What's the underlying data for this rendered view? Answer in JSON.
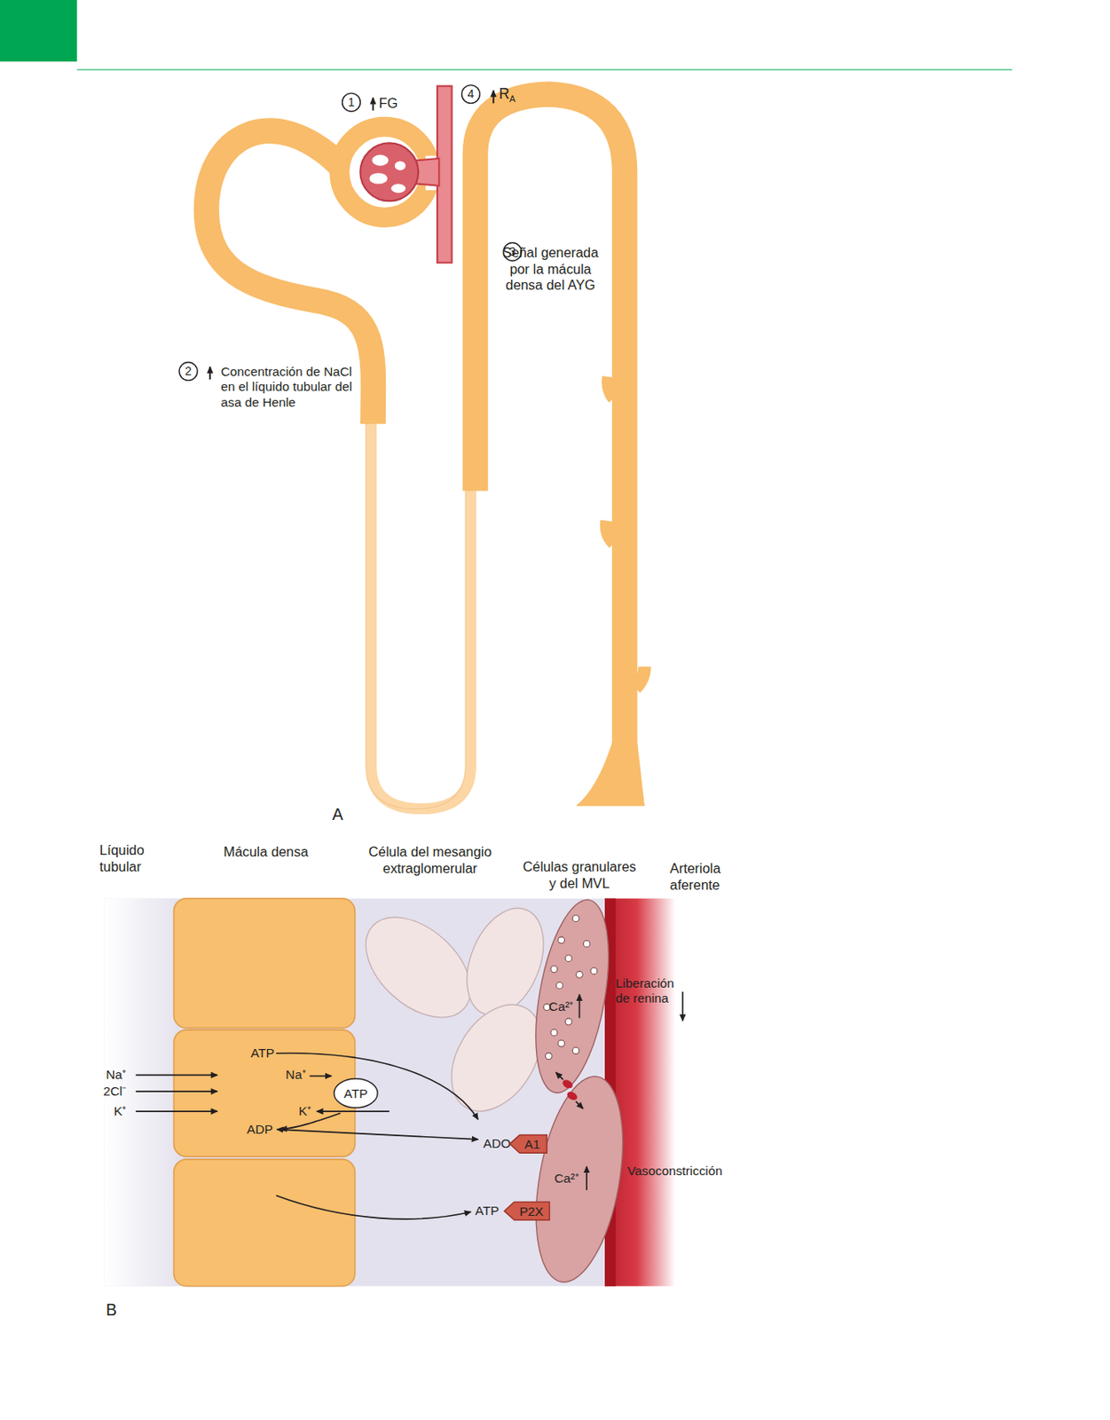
{
  "diagram": {
    "nodes": [
      {
        "text": [
          "ATP"
        ]
      },
      {
        "text": [
          "A1"
        ]
      },
      {
        "text": [
          "P2X"
        ]
      }
    ],
    "labels": [
      "1",
      "FG",
      "4",
      "R",
      "A",
      "3",
      "Señal generada por la mácula densa del AYG",
      "2",
      "Concentración de NaCl en el líquido tubular del asa de Henle",
      "A",
      "Líquido tubular",
      "Mácula densa",
      "Célula del mesangio extraglomerular",
      "Células granulares y del MVL",
      "Arteriola aferente",
      "Na⁺",
      "2Cl⁻",
      "K⁺",
      "ATP",
      "Na⁺",
      "K⁺",
      "ADP",
      "ADO",
      "ATP",
      "Ca²⁺",
      "Ca²⁺",
      "Liberación de renina",
      "Vasoconstricción",
      "B"
    ]
  }
}
